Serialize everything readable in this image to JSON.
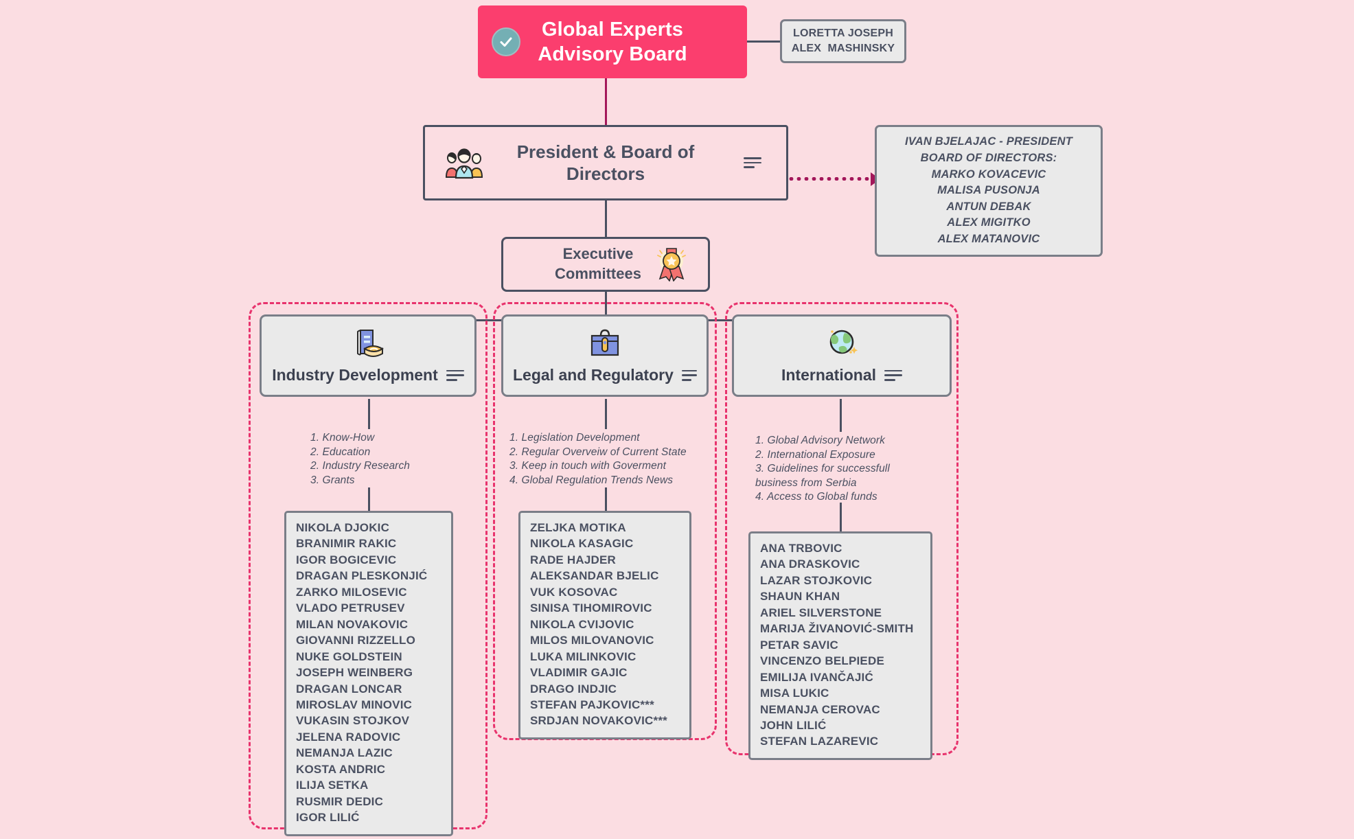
{
  "theme": {
    "background": "#FBDDE2",
    "root_fill": "#FB3E6E",
    "node_stroke": "#4A5061",
    "card_fill": "#EAEAEA",
    "card_stroke": "#7A7E88",
    "dashed_group": "#E8336D",
    "dotted_arrow": "#A3175A"
  },
  "root": {
    "title_line1": "Global Experts",
    "title_line2": "Advisory Board",
    "badge_icon": "check-circle-icon"
  },
  "note_top": {
    "lines": [
      "LORETTA JOSEPH",
      "ALEX  MASHINSKY"
    ]
  },
  "president": {
    "title_line1": "President & Board of",
    "title_line2": "Directors",
    "icon": "people-group-icon",
    "menu_icon": "hamburger-menu-icon"
  },
  "note_directors": {
    "lines": [
      "IVAN BJELAJAC - PRESIDENT",
      "BOARD OF DIRECTORS:",
      "MARKO KOVACEVIC",
      "MALISA PUSONJA",
      "ANTUN DEBAK",
      "ALEX MIGITKO",
      "ALEX MATANOVIC"
    ]
  },
  "exec": {
    "title_line1": "Executive",
    "title_line2": "Committees",
    "icon": "award-medal-icon"
  },
  "committees": {
    "industry": {
      "title": "Industry Development",
      "icon": "books-icon",
      "menu_icon": "hamburger-menu-icon",
      "topics": [
        "1. Know-How",
        "2. Education",
        "2. Industry Research",
        "3. Grants"
      ],
      "members": [
        "NIKOLA DJOKIC",
        "BRANIMIR RAKIC",
        "IGOR BOGICEVIC",
        "DRAGAN PLESKONJIĆ",
        "ZARKO MILOSEVIC",
        "VLADO PETRUSEV",
        "MILAN NOVAKOVIC",
        "GIOVANNI RIZZELLO",
        "NUKE GOLDSTEIN",
        "JOSEPH WEINBERG",
        "DRAGAN LONCAR",
        "MIROSLAV MINOVIC",
        "VUKASIN STOJKOV",
        "JELENA RADOVIC",
        "NEMANJA LAZIC",
        "KOSTA ANDRIC",
        "ILIJA SETKA",
        "RUSMIR DEDIC",
        "IGOR LILIĆ"
      ]
    },
    "legal": {
      "title": "Legal and Regulatory",
      "icon": "briefcase-icon",
      "menu_icon": "hamburger-menu-icon",
      "topics": [
        "1. Legislation Development",
        "2. Regular Overveiw of Current State",
        "3. Keep in touch with Goverment",
        "4. Global Regulation Trends News"
      ],
      "members": [
        "ZELJKA MOTIKA",
        "NIKOLA KASAGIC",
        "RADE HAJDER",
        "ALEKSANDAR BJELIC",
        "VUK KOSOVAC",
        "SINISA TIHOMIROVIC",
        "NIKOLA CVIJOVIC",
        "MILOS MILOVANOVIC",
        "LUKA MILINKOVIC",
        "VLADIMIR GAJIC",
        "DRAGO INDJIC",
        "STEFAN PAJKOVIC***",
        "SRDJAN NOVAKOVIC***"
      ]
    },
    "international": {
      "title": "International",
      "icon": "globe-icon",
      "menu_icon": "hamburger-menu-icon",
      "topics": [
        "1. Global Advisory Network",
        "2. International Exposure",
        "3. Guidelines for successfull business from Serbia",
        "4. Access to Global funds"
      ],
      "members": [
        "ANA TRBOVIC",
        "ANA DRASKOVIC",
        "LAZAR STOJKOVIC",
        "SHAUN KHAN",
        "ARIEL SILVERSTONE",
        "MARIJA ŽIVANOVIĆ-SMITH",
        "PETAR SAVIC",
        "VINCENZO BELPIEDE",
        "EMILIJA IVANČAJIĆ",
        "MISA LUKIC",
        "NEMANJA CEROVAC",
        "JOHN LILIĆ",
        "STEFAN LAZAREVIC"
      ]
    }
  }
}
